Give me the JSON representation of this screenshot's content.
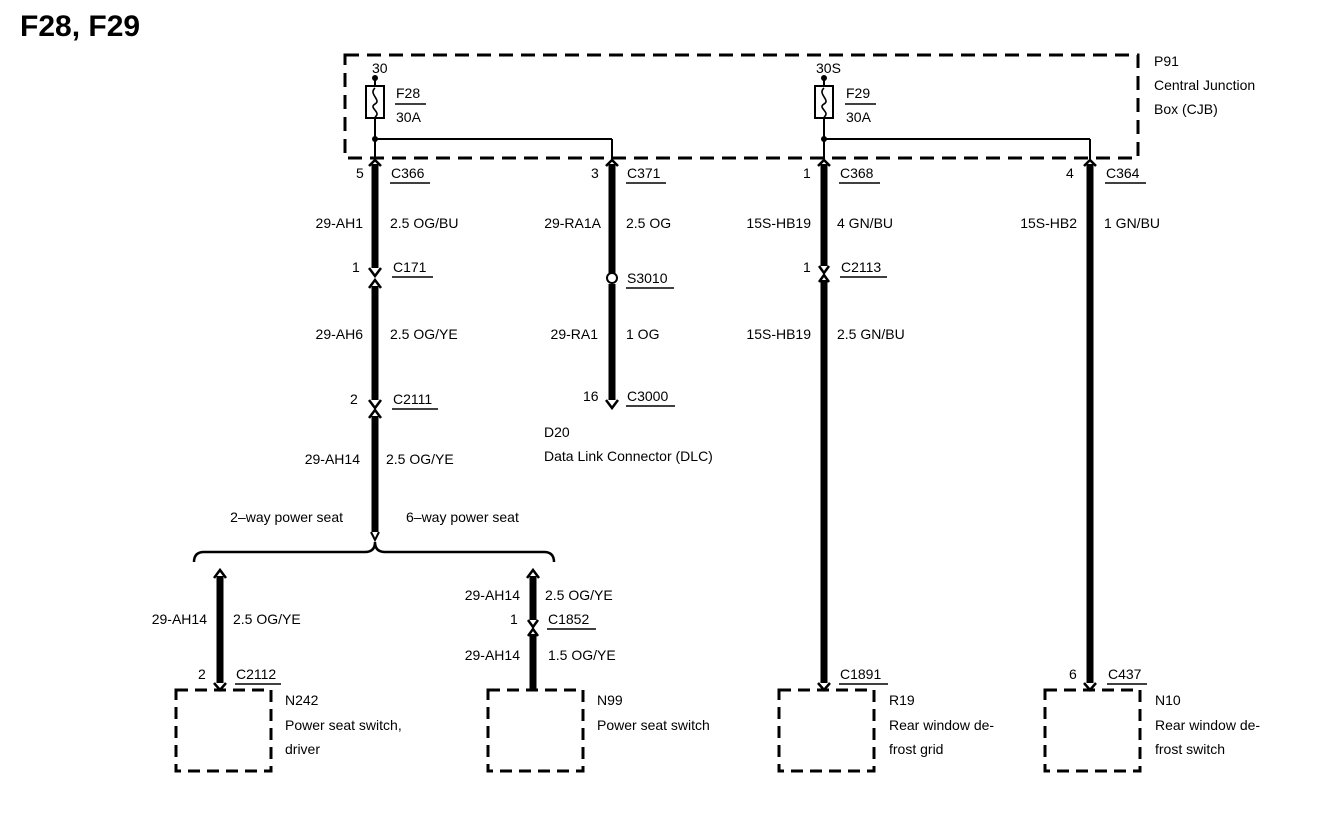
{
  "title": "F28, F29",
  "junction_box": {
    "id": "P91",
    "name_line1": "Central Junction",
    "name_line2": "Box (CJB)"
  },
  "fuses": [
    {
      "supply": "30",
      "name": "F28",
      "rating": "30A"
    },
    {
      "supply": "30S",
      "name": "F29",
      "rating": "30A"
    }
  ],
  "circuits": {
    "c1": {
      "pin_top": "5",
      "conn_top": "C366",
      "seg1_circuit": "29-AH1",
      "seg1_wire": "2.5 OG/BU",
      "pin_mid": "1",
      "conn_mid": "C171",
      "seg2_circuit": "29-AH6",
      "seg2_wire": "2.5 OG/YE",
      "pin_mid2": "2",
      "conn_mid2": "C2111",
      "seg3_circuit": "29-AH14",
      "seg3_wire": "2.5 OG/YE",
      "option_left": "2–way power seat",
      "option_right": "6–way power seat"
    },
    "c2": {
      "pin_top": "3",
      "conn_top": "C371",
      "seg1_circuit": "29-RA1A",
      "seg1_wire": "2.5 OG",
      "splice": "S3010",
      "seg2_circuit": "29-RA1",
      "seg2_wire": "1 OG",
      "pin_bottom": "16",
      "conn_bottom": "C3000",
      "component_id": "D20",
      "component_name": "Data Link Connector (DLC)"
    },
    "c3": {
      "pin_top": "1",
      "conn_top": "C368",
      "seg1_circuit": "15S-HB19",
      "seg1_wire": "4 GN/BU",
      "pin_mid": "1",
      "conn_mid": "C2113",
      "seg2_circuit": "15S-HB19",
      "seg2_wire": "2.5 GN/BU",
      "conn_bottom": "C1891",
      "component_id": "R19",
      "component_line1": "Rear window de-",
      "component_line2": "frost grid"
    },
    "c4": {
      "pin_top": "4",
      "conn_top": "C364",
      "seg1_circuit": "15S-HB2",
      "seg1_wire": "1 GN/BU",
      "pin_bottom": "6",
      "conn_bottom": "C437",
      "component_id": "N10",
      "component_line1": "Rear window de-",
      "component_line2": "frost switch"
    },
    "left_branch": {
      "circuit": "29-AH14",
      "wire": "2.5 OG/YE",
      "pin": "2",
      "conn": "C2112",
      "component_id": "N242",
      "component_line1": "Power seat switch,",
      "component_line2": "driver"
    },
    "right_branch": {
      "seg1_circuit": "29-AH14",
      "seg1_wire": "2.5 OG/YE",
      "pin": "1",
      "conn": "C1852",
      "seg2_circuit": "29-AH14",
      "seg2_wire": "1.5 OG/YE",
      "component_id": "N99",
      "component_name": "Power seat switch"
    }
  }
}
